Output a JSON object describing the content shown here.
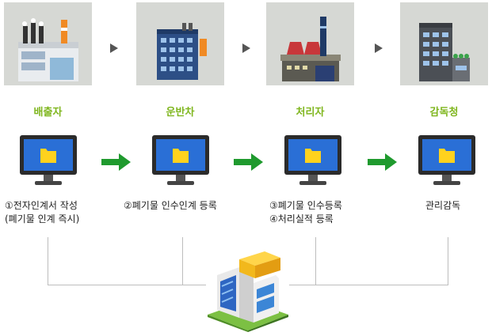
{
  "roles": [
    {
      "name": "배출자"
    },
    {
      "name": "운반차"
    },
    {
      "name": "처리자"
    },
    {
      "name": "감독청"
    }
  ],
  "steps": [
    {
      "lines": [
        "①전자인계서 작성",
        "(폐기물 인계 즉시)"
      ]
    },
    {
      "lines": [
        "②폐기물 인수인계 등록"
      ]
    },
    {
      "lines": [
        "③폐기물 인수등록",
        "④처리실적 등록"
      ]
    },
    {
      "lines": [
        "관리감독"
      ]
    }
  ],
  "colors": {
    "accent_green": "#7fb61e",
    "arrow_green": "#1f9a2e",
    "screen_blue": "#2a6fd6",
    "folder_yellow": "#ffd21e"
  },
  "icons": [
    "factory-icon",
    "truck-building-icon",
    "plant-icon",
    "office-icon",
    "monitor-icon",
    "folder-icon",
    "server-building-icon"
  ]
}
